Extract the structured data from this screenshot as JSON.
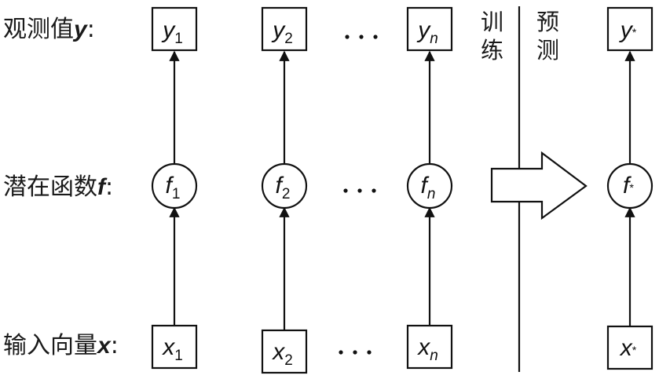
{
  "row_labels": {
    "observed": {
      "text": "观测值",
      "var": "y",
      "suffix": ":"
    },
    "latent": {
      "text": "潜在函数",
      "var": "f",
      "suffix": ":"
    },
    "input": {
      "text": "输入向量",
      "var": "x",
      "suffix": ":"
    }
  },
  "phase_labels": {
    "training": [
      "训",
      "练"
    ],
    "prediction": [
      "预",
      "测"
    ]
  },
  "columns": [
    {
      "id": "1",
      "y": {
        "sym": "y",
        "sub": "1"
      },
      "f": {
        "sym": "f",
        "sub": "1"
      },
      "x": {
        "sym": "x",
        "sub": "1"
      }
    },
    {
      "id": "2",
      "y": {
        "sym": "y",
        "sub": "2"
      },
      "f": {
        "sym": "f",
        "sub": "2"
      },
      "x": {
        "sym": "x",
        "sub": "2"
      }
    },
    {
      "id": "n",
      "y": {
        "sym": "y",
        "sub": "n"
      },
      "f": {
        "sym": "f",
        "sub": "n"
      },
      "x": {
        "sym": "x",
        "sub": "n"
      }
    },
    {
      "id": "star",
      "y": {
        "sym": "y",
        "sub": "*"
      },
      "f": {
        "sym": "f",
        "sub": "*"
      },
      "x": {
        "sym": "x",
        "sub": "*"
      }
    }
  ],
  "ellipsis": "· · ·",
  "transition_arrow": "training-to-prediction"
}
